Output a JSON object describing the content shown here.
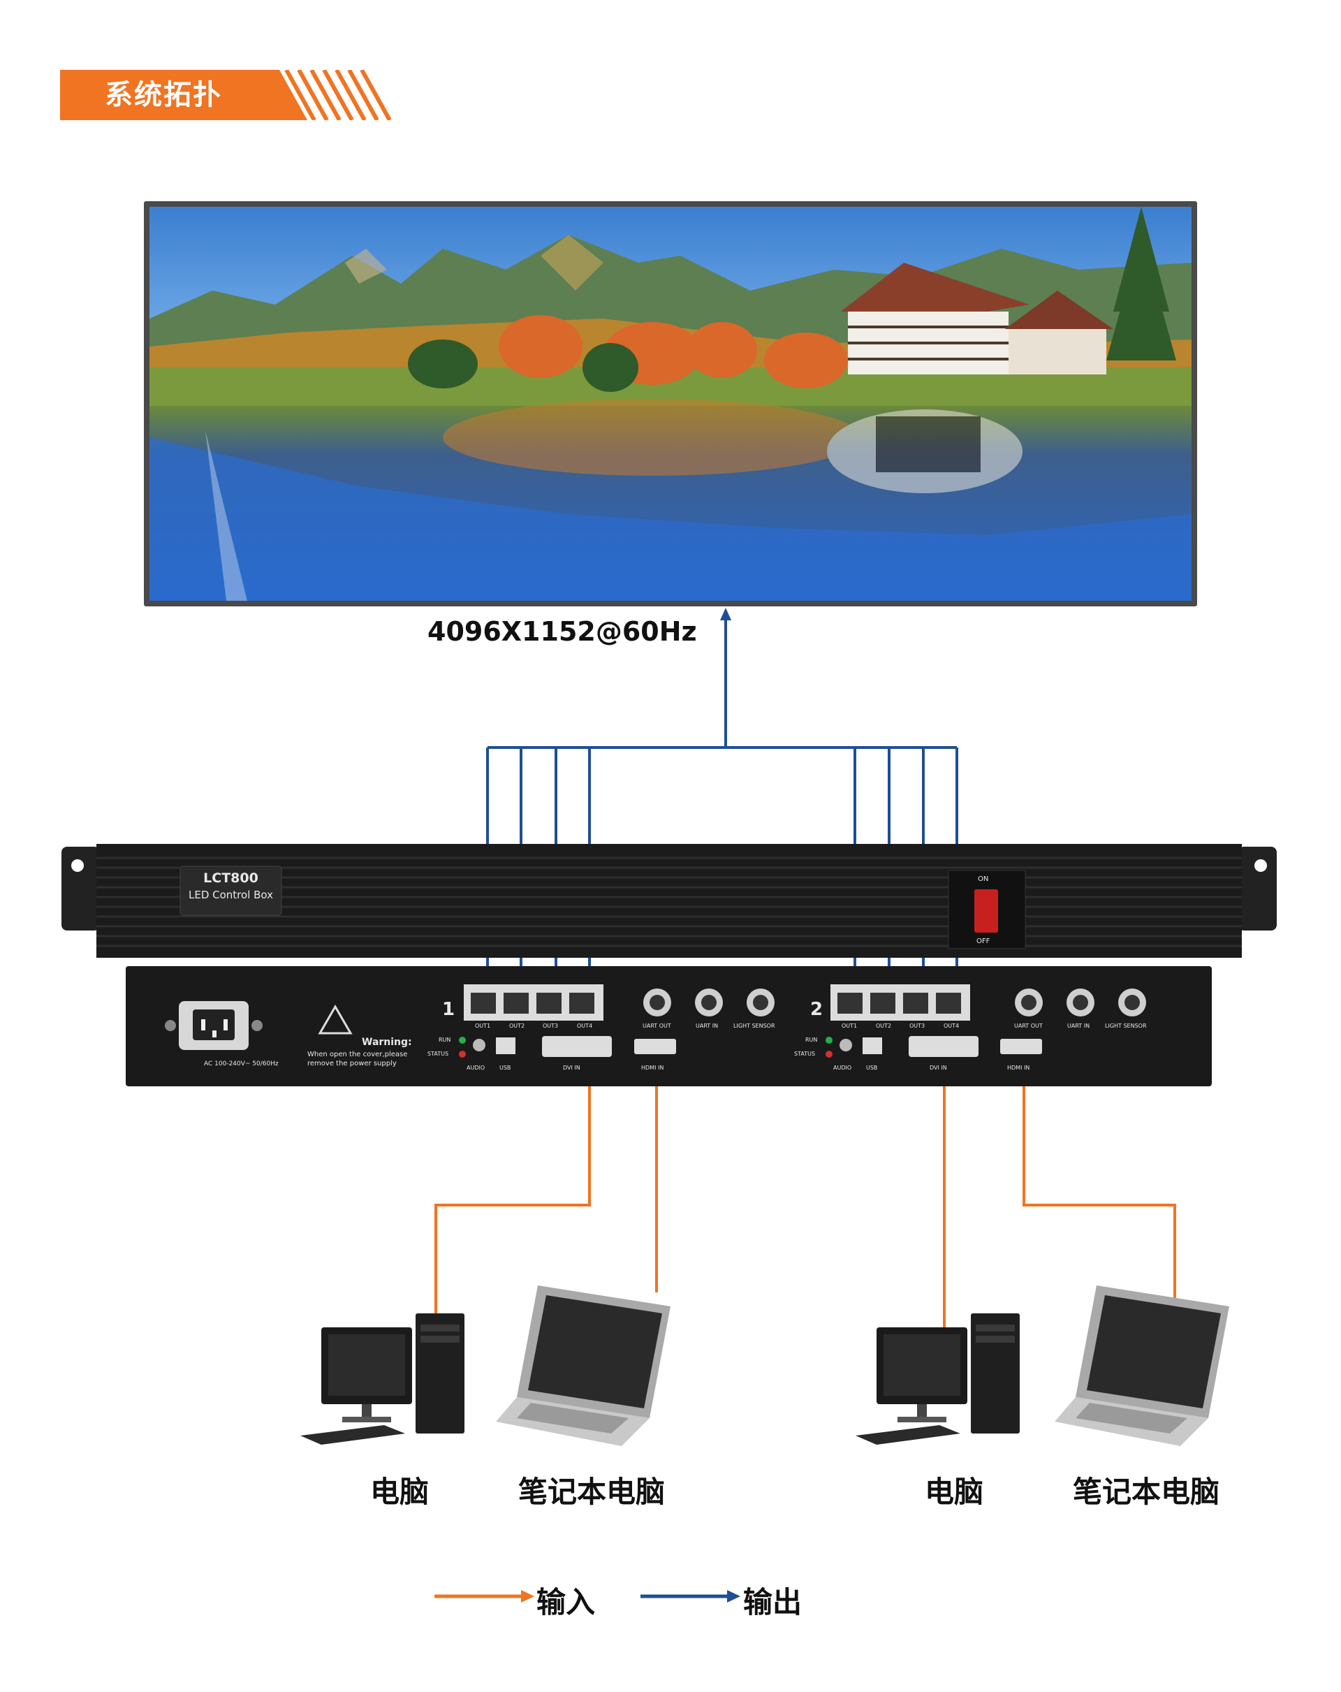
{
  "header": {
    "title": "系统拓扑"
  },
  "display": {
    "resolution": "4096X1152@60Hz"
  },
  "device": {
    "model": "LCT800",
    "subtitle": "LED Control Box",
    "switch_on": "ON",
    "switch_off": "OFF",
    "power_spec": "AC 100-240V~ 50/60Hz",
    "warning_title": "Warning:",
    "warning_line1": "When open the cover,please",
    "warning_line2": "remove the power supply",
    "units": [
      {
        "number": "1",
        "outputs": [
          "OUT1",
          "OUT2",
          "OUT3",
          "OUT4"
        ],
        "uart_out": "UART OUT",
        "uart_in": "UART IN",
        "light_sensor": "LIGHT SENSOR",
        "run": "RUN",
        "status": "STATUS",
        "audio": "AUDIO",
        "usb": "USB",
        "dvi_in": "DVI IN",
        "hdmi_in": "HDMI IN"
      },
      {
        "number": "2",
        "outputs": [
          "OUT1",
          "OUT2",
          "OUT3",
          "OUT4"
        ],
        "uart_out": "UART OUT",
        "uart_in": "UART IN",
        "light_sensor": "LIGHT SENSOR",
        "run": "RUN",
        "status": "STATUS",
        "audio": "AUDIO",
        "usb": "USB",
        "dvi_in": "DVI IN",
        "hdmi_in": "HDMI IN"
      }
    ]
  },
  "sources": [
    {
      "label": "电脑",
      "icon": "desktop-computer-icon"
    },
    {
      "label": "笔记本电脑",
      "icon": "laptop-icon"
    },
    {
      "label": "电脑",
      "icon": "desktop-computer-icon"
    },
    {
      "label": "笔记本电脑",
      "icon": "laptop-icon"
    }
  ],
  "legend": {
    "input": {
      "label": "输入",
      "color": "#f07421"
    },
    "output": {
      "label": "输出",
      "color": "#1f4e96"
    }
  },
  "colors": {
    "brand": "#f07421",
    "output_line": "#1f4e96",
    "input_line": "#f07421"
  }
}
